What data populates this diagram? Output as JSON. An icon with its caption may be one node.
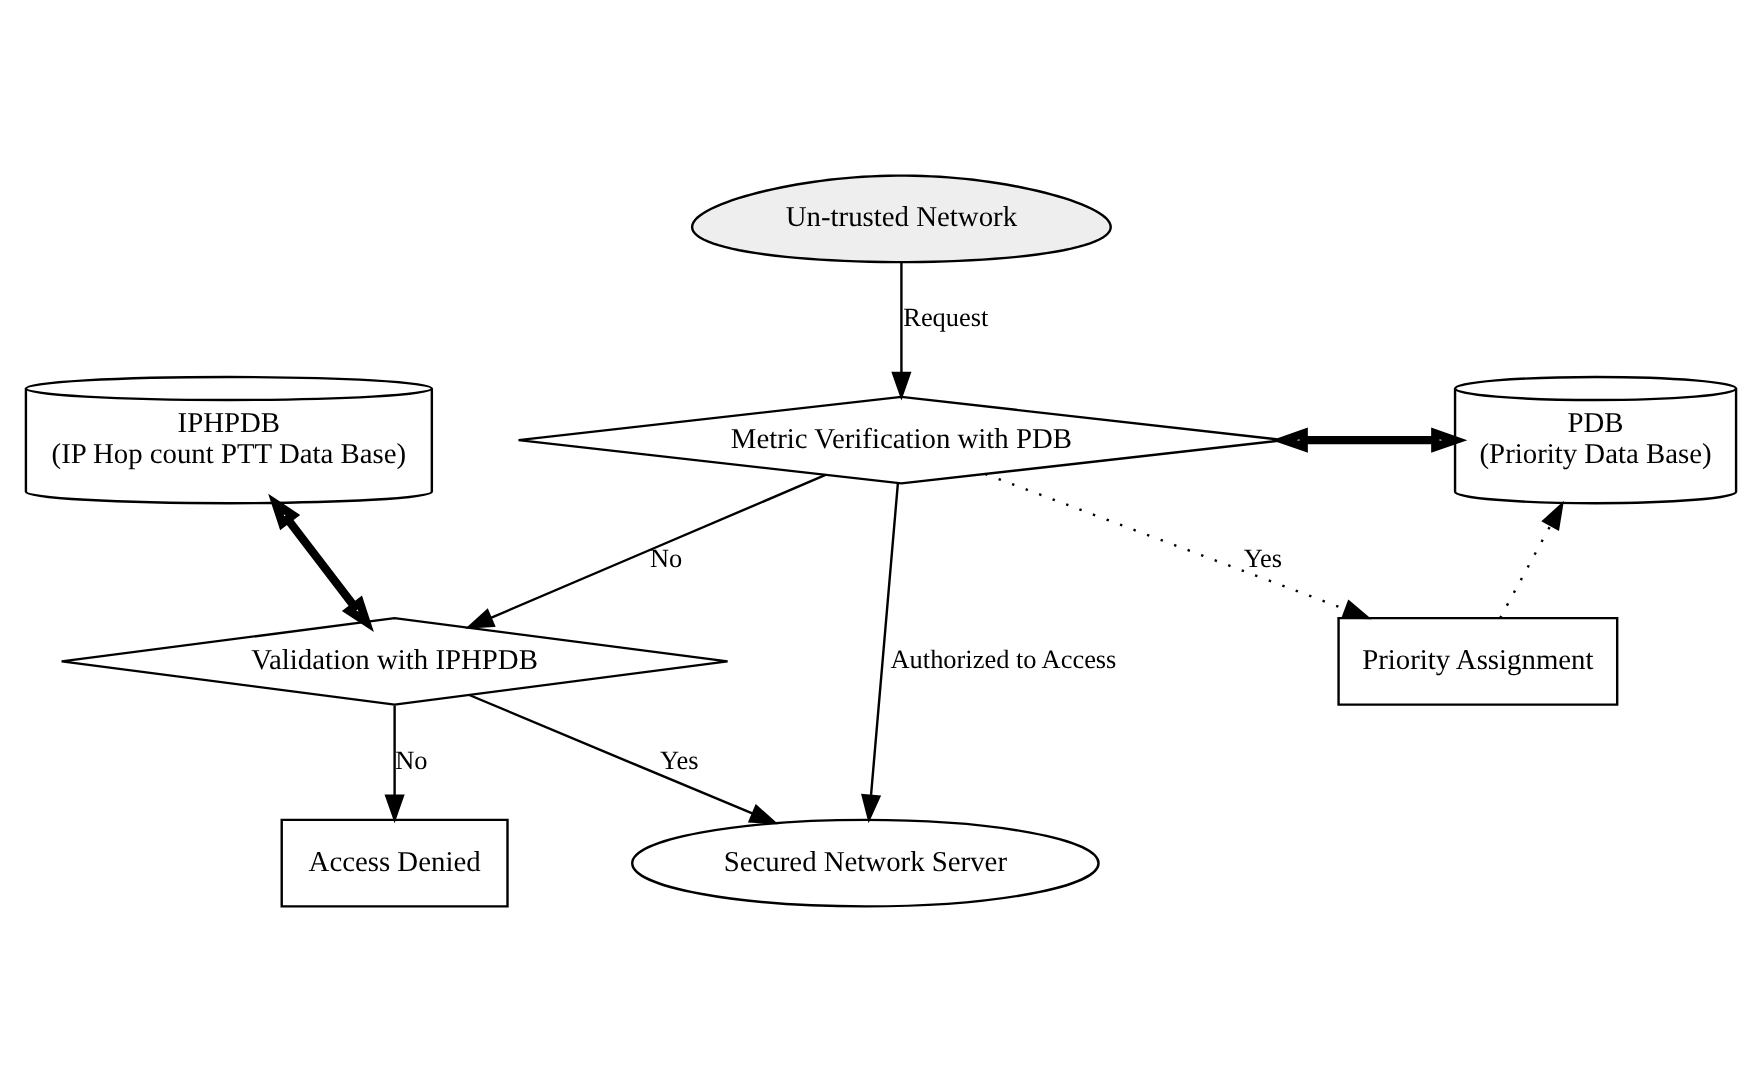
{
  "diagram": {
    "nodes": [
      {
        "text": [
          "Un-trusted Network"
        ]
      },
      {
        "text": [
          "Metric Verification with PDB"
        ]
      },
      {
        "text": [
          "PDB",
          "(Priority Data Base)"
        ]
      },
      {
        "text": [
          "Validation with IPHPDB"
        ]
      },
      {
        "text": [
          "Priority Assignment"
        ]
      },
      {
        "text": [
          "IPHPDB",
          "(IP Hop count PTT Data Base)"
        ]
      },
      {
        "text": [
          "Access Denied"
        ]
      },
      {
        "text": [
          "Secured Network Server"
        ]
      }
    ],
    "edges": [
      {
        "from": 0,
        "to": 1,
        "arrow": "to",
        "label": "Request"
      },
      {
        "from": 1,
        "to": 2,
        "arrow": "both",
        "style": "thick"
      },
      {
        "from": 1,
        "to": 3,
        "arrow": "to",
        "label": "No"
      },
      {
        "from": 5,
        "to": 3,
        "arrow": "both",
        "style": "thick"
      },
      {
        "from": 3,
        "to": 6,
        "arrow": "to",
        "label": "No"
      },
      {
        "from": 3,
        "to": 7,
        "arrow": "to",
        "label": "Yes"
      },
      {
        "from": 1,
        "to": 7,
        "arrow": "to",
        "label": "Authorized to Access"
      },
      {
        "from": 1,
        "to": 4,
        "arrow": "to",
        "label": "Yes",
        "style": "dashed"
      },
      {
        "from": 4,
        "to": 2,
        "arrow": "to",
        "style": "dashed"
      }
    ]
  }
}
